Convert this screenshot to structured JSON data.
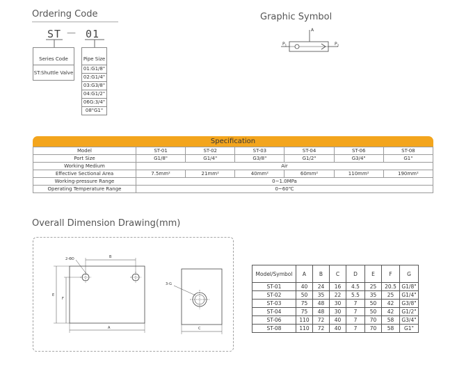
{
  "ordering": {
    "title": "Ordering Code",
    "prefix": "ST",
    "dash": "—",
    "suffix": "01",
    "series_box": {
      "title": "Series Code",
      "value": "ST:Shuttle Valve"
    },
    "pipe_box": {
      "title": "Pipe Size",
      "items": [
        "01:G1/8\"",
        "02:G1/4\"",
        "03:G3/8\"",
        "04:G1/2\"",
        "06G:3/4\"",
        "08\"G1\""
      ]
    }
  },
  "graphic": {
    "title": "Graphic Symbol",
    "label_a": "A",
    "label_p1": "P",
    "label_p1_sub": "1",
    "label_p2": "P",
    "label_p2_sub": "2"
  },
  "spec": {
    "title": "Specification",
    "rows": [
      {
        "label": "Model",
        "cells": [
          "ST-01",
          "ST-02",
          "ST-03",
          "ST-04",
          "ST-06",
          "ST-08"
        ]
      },
      {
        "label": "Port Size",
        "cells": [
          "G1/8\"",
          "G1/4\"",
          "G3/8\"",
          "G1/2\"",
          "G3/4\"",
          "G1\""
        ]
      },
      {
        "label": "Working Medium",
        "span": "Air"
      },
      {
        "label": "Effective Sectional Area",
        "cells": [
          "7.5mm²",
          "21mm²",
          "40mm²",
          "60mm²",
          "110mm²",
          "190mm²"
        ]
      },
      {
        "label": "Working-pressure Range",
        "span": "0~1.0MPa"
      },
      {
        "label": "Operating Temperature Range",
        "span": "0~60℃"
      }
    ]
  },
  "drawing": {
    "title": "Overall Dimension Drawing(mm)",
    "labels": {
      "hole": "2-ΦD",
      "b": "B",
      "e": "E",
      "f": "F",
      "a": "A",
      "port": "3-G",
      "c": "C"
    }
  },
  "dim_table": {
    "headers": [
      "Model/Symbol",
      "A",
      "B",
      "C",
      "D",
      "E",
      "F",
      "G"
    ],
    "rows": [
      [
        "ST-01",
        "40",
        "24",
        "16",
        "4.5",
        "25",
        "20.5",
        "G1/8\""
      ],
      [
        "ST-02",
        "50",
        "35",
        "22",
        "5.5",
        "35",
        "25",
        "G1/4\""
      ],
      [
        "ST-03",
        "75",
        "48",
        "30",
        "7",
        "50",
        "42",
        "G3/8\""
      ],
      [
        "ST-04",
        "75",
        "48",
        "30",
        "7",
        "50",
        "42",
        "G1/2\""
      ],
      [
        "ST-06",
        "110",
        "72",
        "40",
        "7",
        "70",
        "58",
        "G3/4\""
      ],
      [
        "ST-08",
        "110",
        "72",
        "40",
        "7",
        "70",
        "58",
        "G1\""
      ]
    ]
  }
}
